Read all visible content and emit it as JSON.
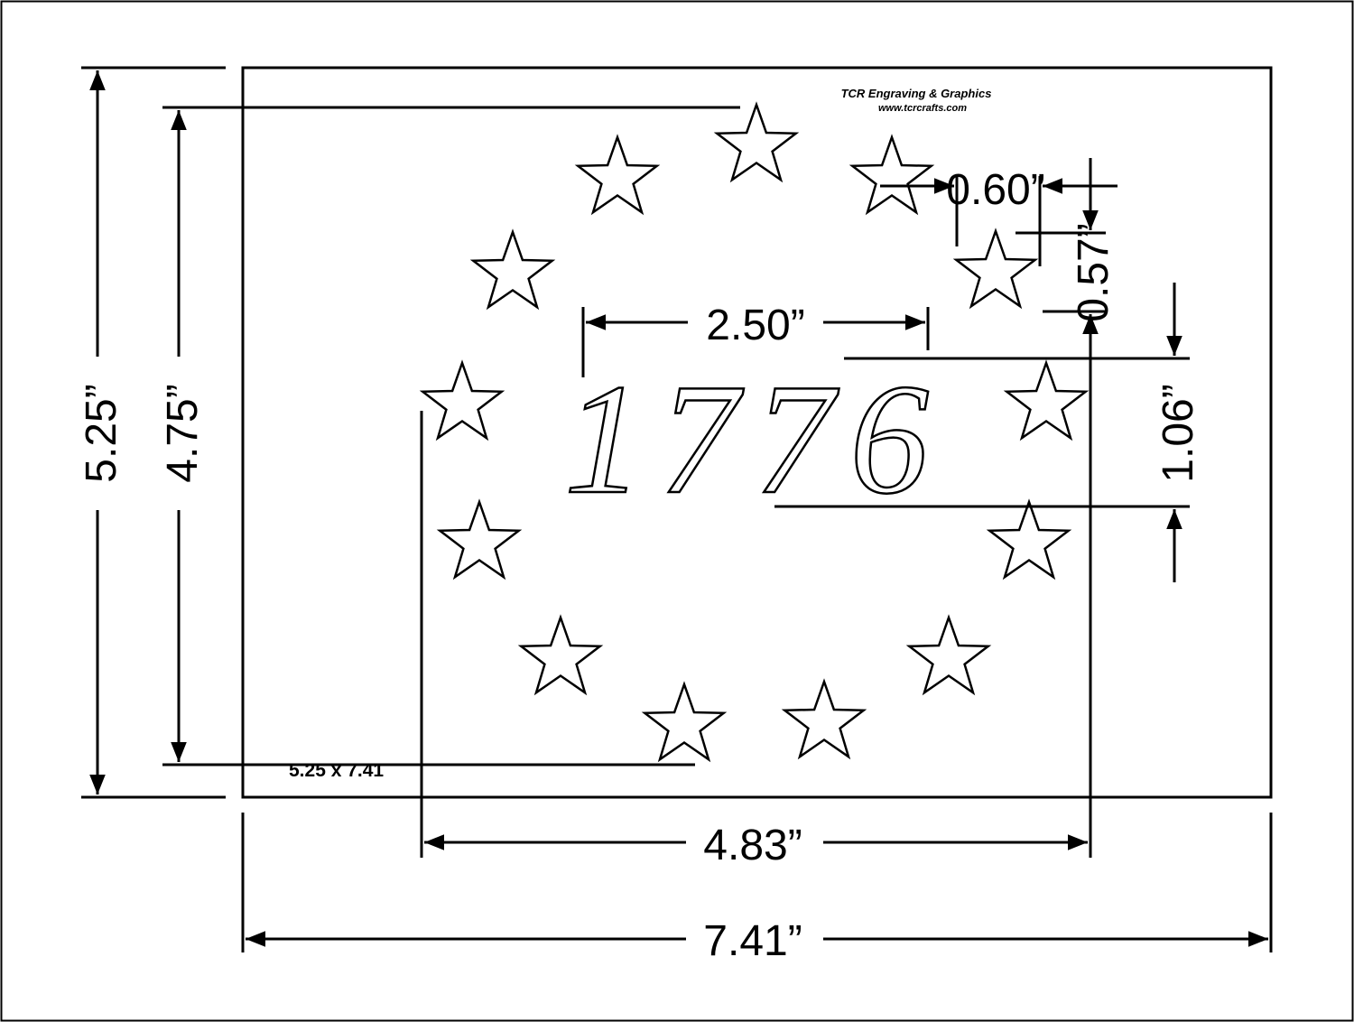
{
  "header": {
    "company": "TCR Engraving & Graphics",
    "website": "www.tcrcrafts.com"
  },
  "design": {
    "year": "1776",
    "star_count": 13,
    "size_note": "5.25 x 7.41"
  },
  "dimensions": {
    "overall_height": "5.25”",
    "stars_height": "4.75”",
    "year_width": "2.50”",
    "star_width": "0.60”",
    "star_height": "0.57”",
    "year_height": "1.06”",
    "stars_width": "4.83”",
    "overall_width": "7.41”"
  },
  "colors": {
    "line": "#000000",
    "background": "#ffffff"
  }
}
